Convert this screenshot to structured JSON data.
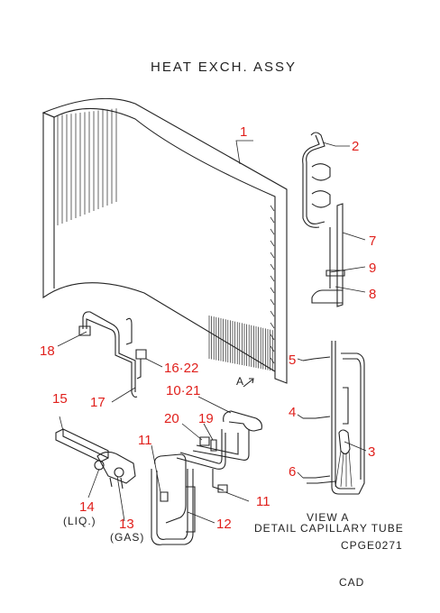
{
  "title": "HEAT EXCH. ASSY",
  "view_caption_1": "VIEW A",
  "view_caption_2": "DETAIL CAPILLARY TUBE",
  "view_marker": "A",
  "drawing_code": "CPGE0271",
  "footer": "CAD",
  "sub_labels": {
    "liq": "(LIQ.)",
    "gas": "(GAS)"
  },
  "parts": {
    "p1": "1",
    "p2": "2",
    "p3": "3",
    "p4": "4",
    "p5": "5",
    "p6": "6",
    "p7": "7",
    "p8": "8",
    "p9": "9",
    "p10_21": "10·21",
    "p11a": "11",
    "p11b": "11",
    "p12": "12",
    "p13": "13",
    "p14": "14",
    "p15": "15",
    "p16_22": "16·22",
    "p17": "17",
    "p18": "18",
    "p19": "19",
    "p20": "20"
  },
  "colors": {
    "label": "#e0201c",
    "line": "#222222"
  }
}
